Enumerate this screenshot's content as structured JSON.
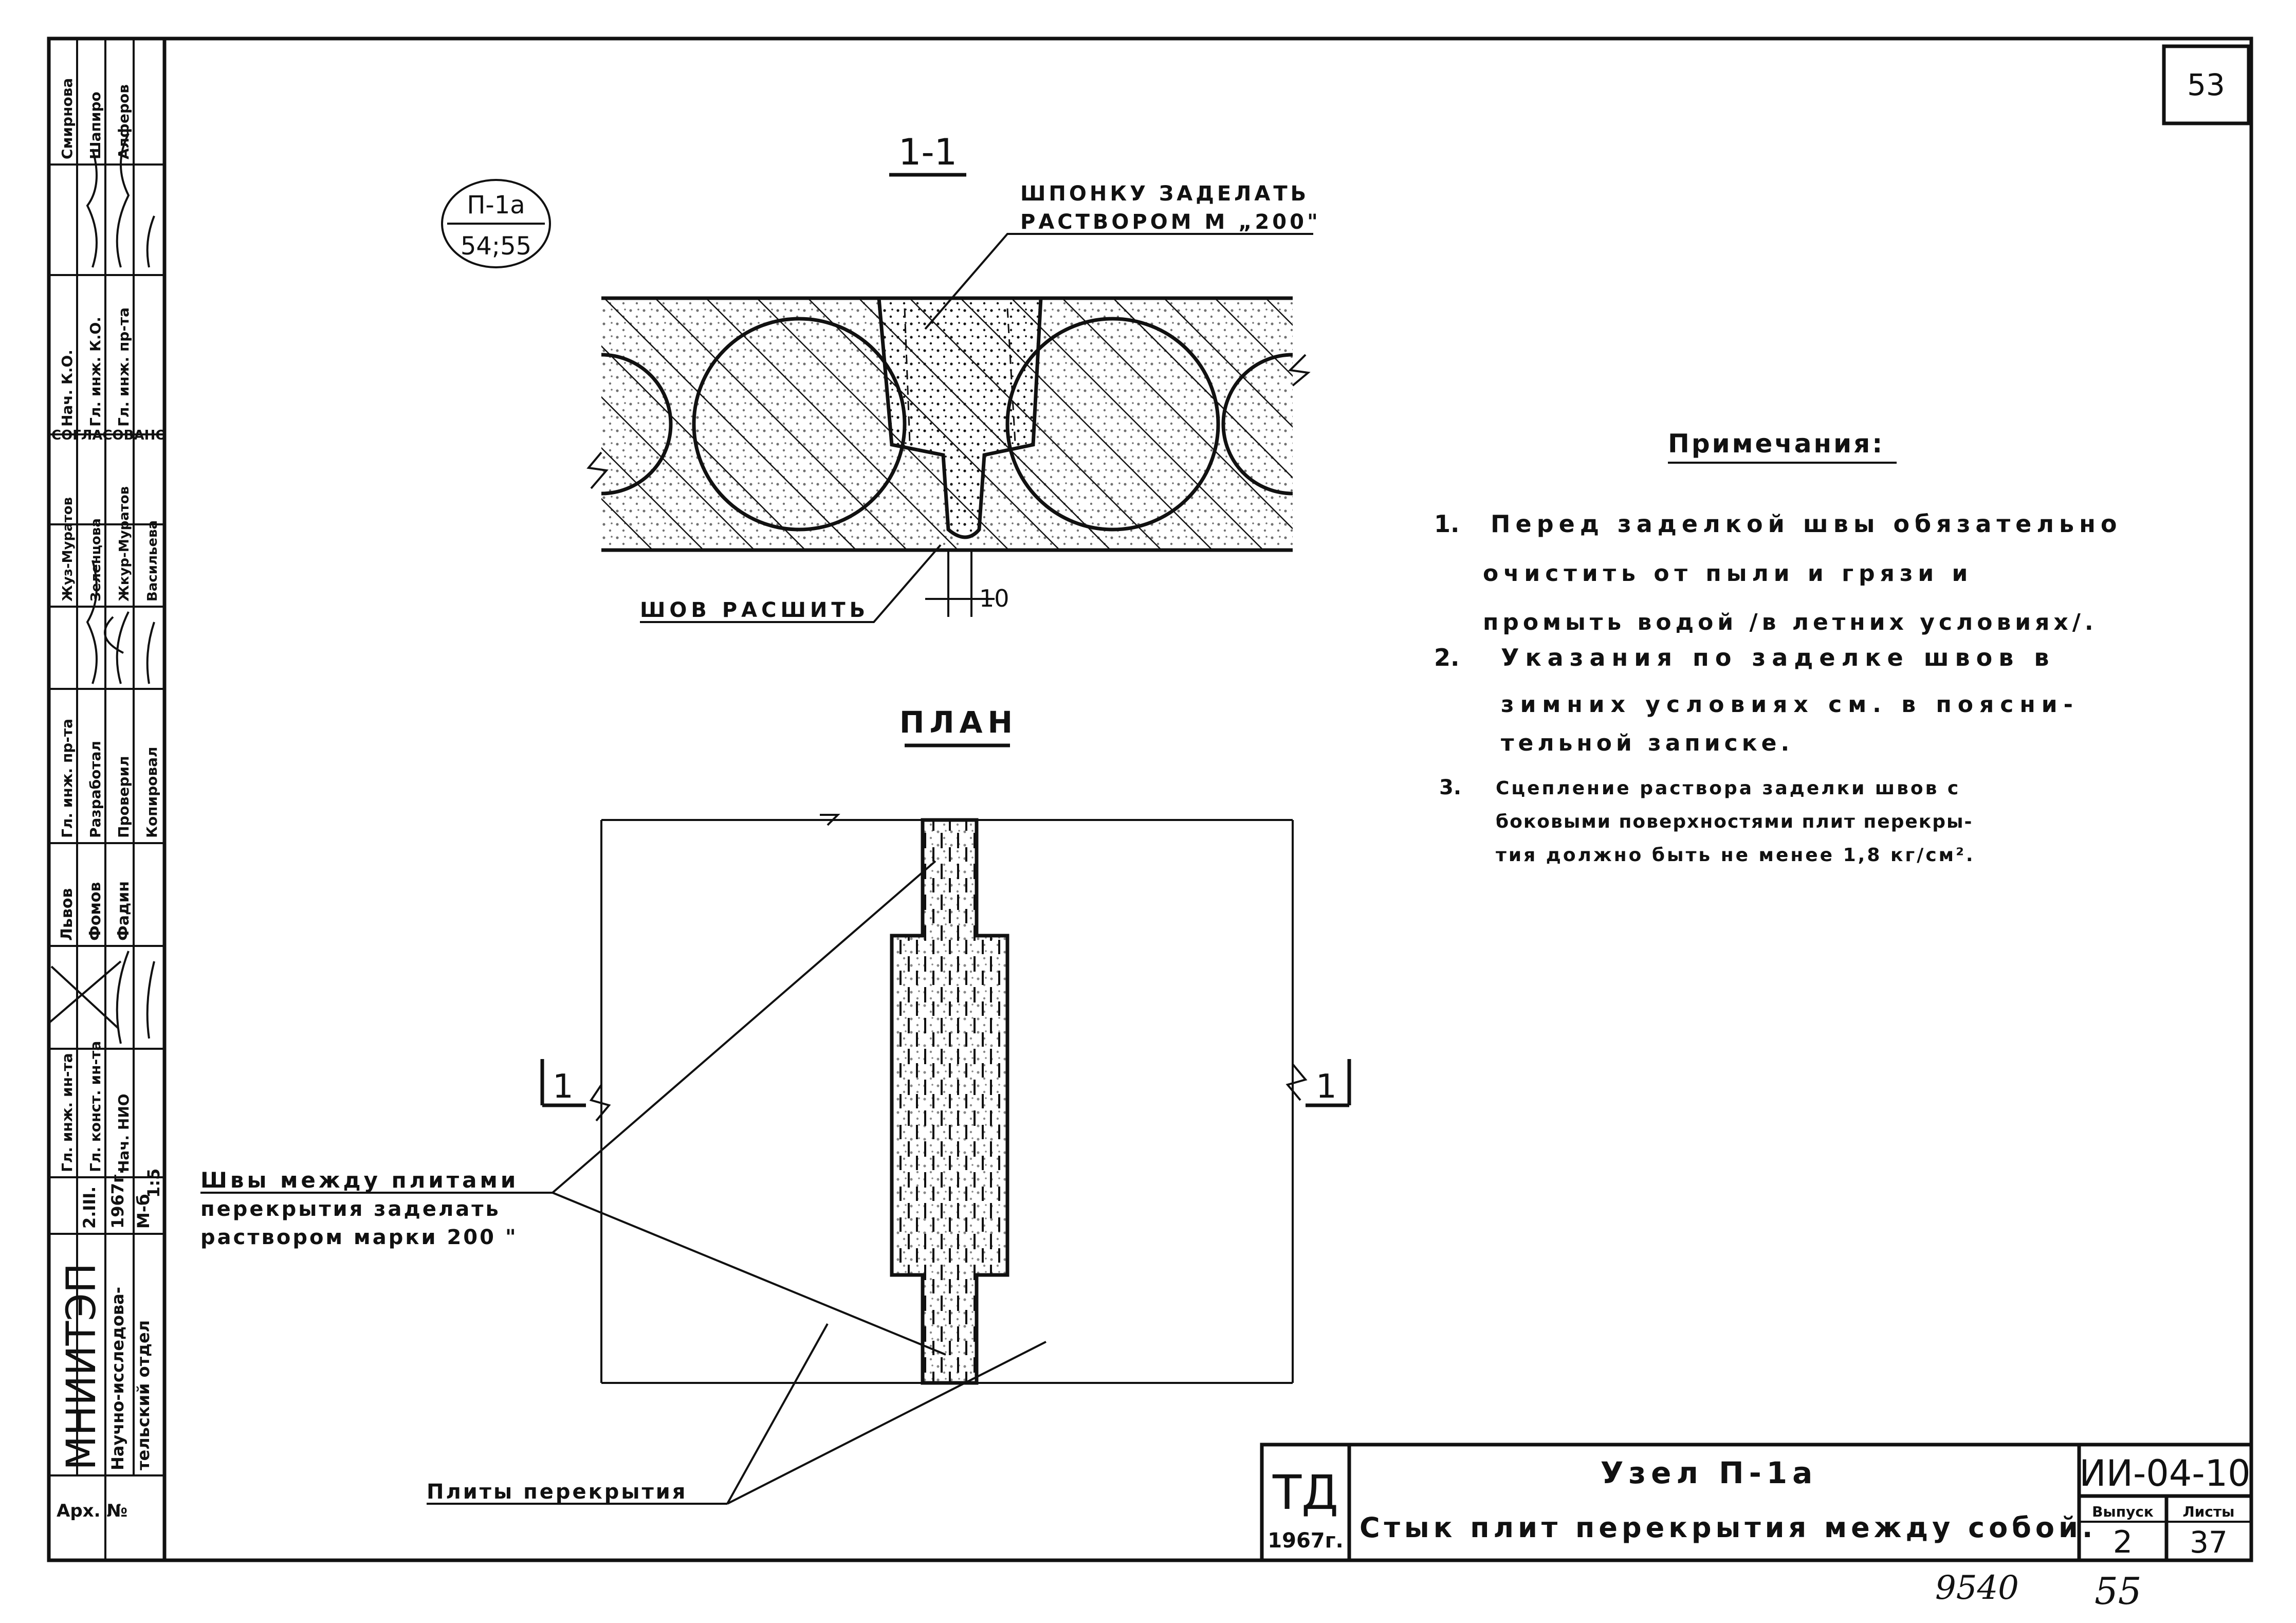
{
  "sheet": {
    "page_number": "53",
    "node_ref_top": "П-1а",
    "node_ref_bottom": "54;55"
  },
  "section": {
    "title": "1-1",
    "key_note_line1": "ШПОНКУ ЗАДЕЛАТЬ",
    "key_note_line2": "РАСТВОРОМ М „200\"",
    "seam_note": "ШОВ РАСШИТЬ",
    "dimension": "10"
  },
  "plan": {
    "title": "ПЛАН",
    "cut_left": "1",
    "cut_right": "1",
    "seams_note_line1": "Швы между плитами",
    "seams_note_line2": "перекрытия заделать",
    "seams_note_line3": "раствором марки 200 \"",
    "slabs_note": "Плиты перекрытия"
  },
  "notes": {
    "heading": "Примечания:",
    "items": [
      {
        "num": "1.",
        "lines": [
          "Перед заделкой швы обязательно",
          "очистить от пыли и грязи и",
          "промыть водой /в летних условиях/."
        ]
      },
      {
        "num": "2.",
        "lines": [
          "Указания по заделке швов в",
          "зимних условиях см. в поясни-",
          "тельной записке."
        ]
      },
      {
        "num": "3.",
        "lines": [
          "Сцепление раствора заделки швов с",
          "боковыми поверхностями плит перекры-",
          "тия должно быть не менее 1,8 кг/см²."
        ]
      }
    ]
  },
  "title_block": {
    "code": "ТД",
    "year": "1967г.",
    "node_title": "Узел П-1а",
    "description": "Стык плит перекрытия между собой.",
    "series": "ИИ-04-10",
    "issue_label": "Выпуск",
    "issue_value": "2",
    "sheet_label": "Листы",
    "sheet_value": "37"
  },
  "below_frame": {
    "archive_no": "9540",
    "page_no": "55"
  },
  "side_stamp": {
    "organization": "МНИИТЭП",
    "department_line1": "Научно-исследова-",
    "department_line2": "тельский отдел",
    "archive_label": "Арх. №",
    "year_row": [
      "2.III.",
      "1967г."
    ],
    "scale_row": [
      "М-б",
      "1:5"
    ],
    "roles": [
      "Гл. инж. ин-та",
      "Гл. конст. ин-та",
      "Нач. НИО"
    ],
    "names_a": [
      "Львов",
      "Фомов",
      "Фадин"
    ],
    "roles_b": [
      "Гл. инж. пр-та",
      "Разработал",
      "Проверил",
      "Копировал"
    ],
    "names_b": [
      "Жуз-Муратов",
      "Зеленцова",
      "Жкур-Муратов",
      "Васильева"
    ],
    "agreed": "СОГЛАСОВАНО",
    "roles_c": [
      "Нач. К.О.",
      "Гл. инж. К.О.",
      "Гл. инж. пр-та"
    ],
    "names_c": [
      "Смирнова",
      "Шапиро",
      "Алферов"
    ]
  }
}
